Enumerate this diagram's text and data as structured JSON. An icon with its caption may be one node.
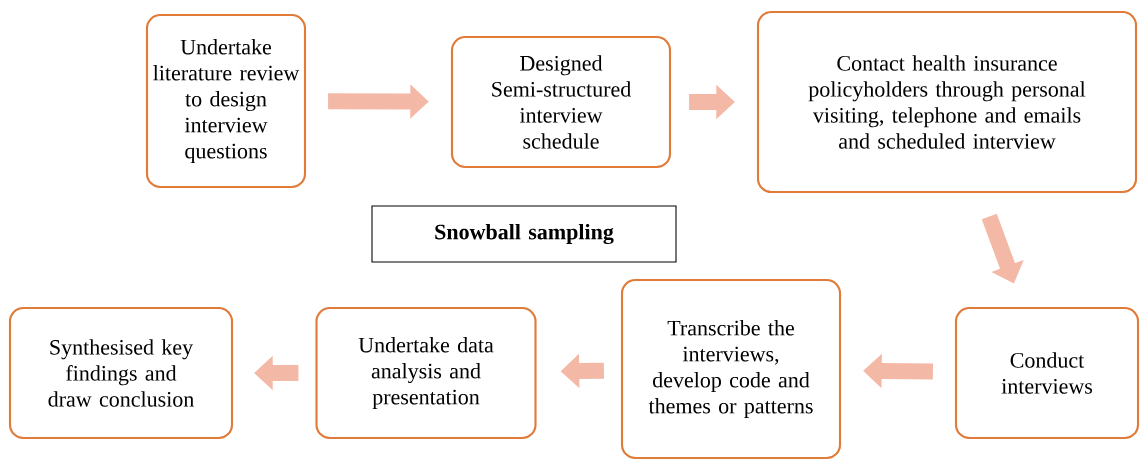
{
  "diagram": {
    "nodes": [
      {
        "text": [
          "Undertake literature review to design interview questions"
        ]
      },
      {
        "text": [
          "Designed Semi-structured interview schedule"
        ]
      },
      {
        "text": [
          "Contact health insurance policyholders through personal visiting, telephone and emails and scheduled interview"
        ]
      },
      {
        "text": [
          "Snowball sampling"
        ]
      },
      {
        "text": [
          "Synthesised key findings and draw conclusion"
        ]
      },
      {
        "text": [
          "Undertake data analysis and presentation"
        ]
      },
      {
        "text": [
          "Transcribe the interviews, develop code and themes  or patterns"
        ]
      },
      {
        "text": [
          "Conduct interviews"
        ]
      }
    ],
    "edges": [
      {
        "from": 0,
        "to": 1,
        "arrow": "to"
      },
      {
        "from": 1,
        "to": 2,
        "arrow": "to"
      },
      {
        "from": 2,
        "to": 7,
        "arrow": "to"
      },
      {
        "from": 7,
        "to": 6,
        "arrow": "to"
      },
      {
        "from": 6,
        "to": 5,
        "arrow": "to"
      },
      {
        "from": 5,
        "to": 4,
        "arrow": "to"
      }
    ]
  }
}
